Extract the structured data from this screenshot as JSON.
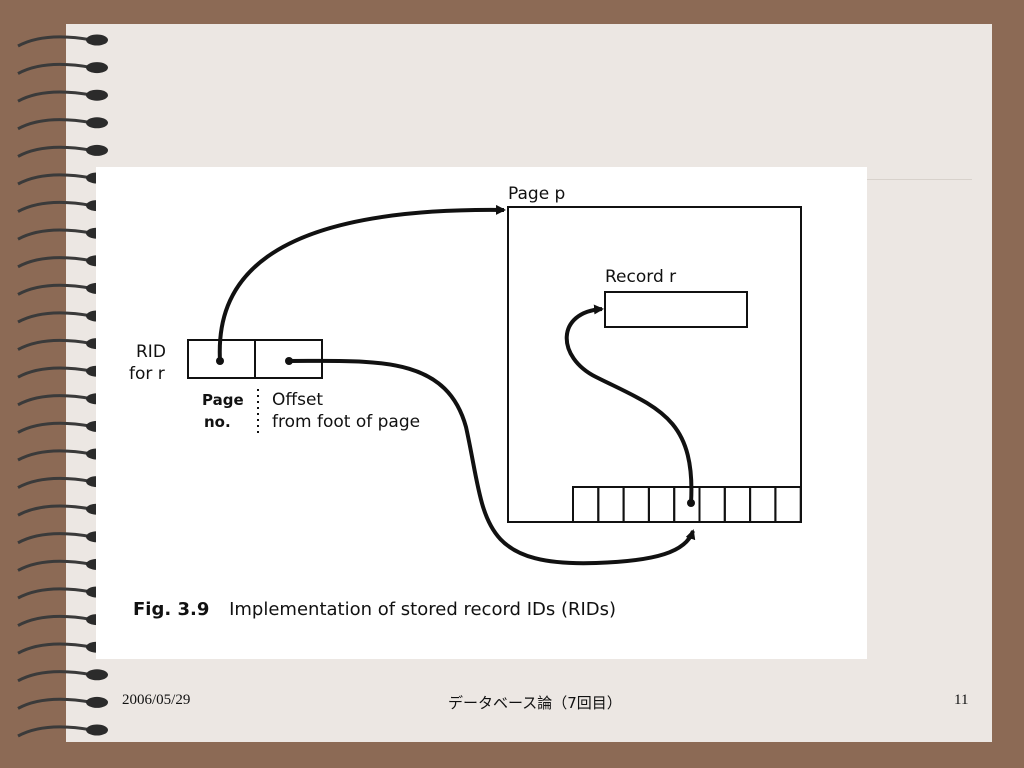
{
  "diagram": {
    "page_label": "Page p",
    "record_label": "Record r",
    "rid_label_line1": "RID",
    "rid_label_line2": "for r",
    "page_no_line1": "Page",
    "page_no_line2": "no.",
    "offset_line1": "Offset",
    "offset_line2": "from foot of page",
    "caption_bold": "Fig. 3.9",
    "caption_text": "Implementation of stored record IDs (RIDs)"
  },
  "footer": {
    "date": "2006/05/29",
    "title": "データベース論（7回目）",
    "page_number": "11"
  },
  "colors": {
    "frame": "#8c6a55",
    "slide": "#ece7e3",
    "panel": "#ffffff",
    "ink": "#111111"
  }
}
